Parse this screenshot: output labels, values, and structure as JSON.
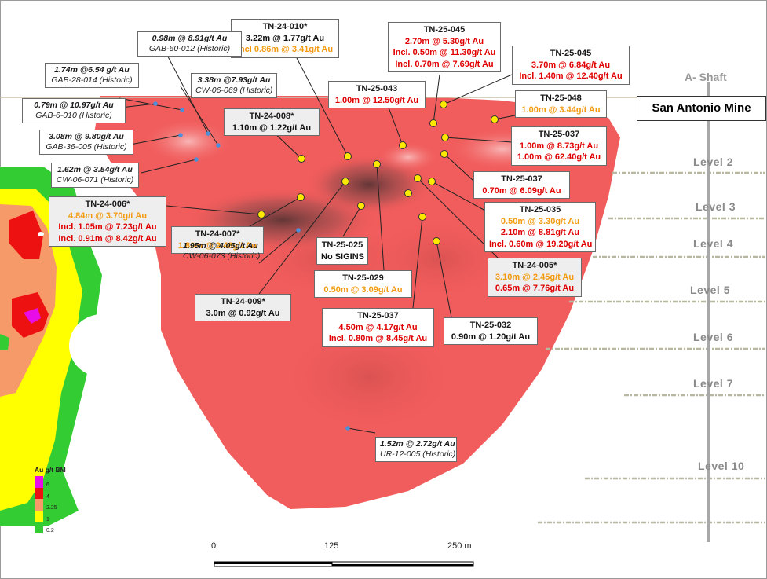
{
  "map": {
    "mine_name": "San Antonio Mine",
    "shaft_name": "A- Shaft",
    "levels": [
      "Level 2",
      "Level 3",
      "Level 4",
      "Level 5",
      "Level 6",
      "Level 7",
      "Level 10"
    ],
    "scale": {
      "ticks": [
        "0",
        "125",
        "250 m"
      ]
    },
    "legend": {
      "title": "Au g/t BM",
      "entries": [
        {
          "value": "6",
          "color": "#e80ce8"
        },
        {
          "value": "4",
          "color": "#ee1111"
        },
        {
          "value": "2.25",
          "color": "#f79a6a"
        },
        {
          "value": "1",
          "color": "#ffff00"
        },
        {
          "value": "0.2",
          "color": "#33cc33"
        }
      ]
    },
    "colors": {
      "grade": "#e00000",
      "lower_grade": "#f39b10",
      "drill_intercept": "#ffe800",
      "historic_intercept": "#4a8fd8",
      "grade_shell": "#f15c5c"
    }
  },
  "labels": {
    "tn24010": {
      "hole": "TN-24-010*",
      "l1": "3.22m @ 1.77g/t Au",
      "l2": "Incl 0.86m @ 3.41g/t Au"
    },
    "tn25045a": {
      "hole": "TN-25-045",
      "l1": "2.70m @ 5.30g/t Au",
      "l2": "Incl. 0.50m @ 11.30g/t Au",
      "l3": "Incl. 0.70m @ 7.69g/t Au"
    },
    "tn25045b": {
      "hole": "TN-25-045",
      "l1": "3.70m @ 6.84g/t Au",
      "l2": "Incl. 1.40m @ 12.40g/t Au"
    },
    "gab60": {
      "l1": "0.98m @ 8.91g/t Au",
      "l2": "GAB-60-012 (Historic)"
    },
    "gab28": {
      "l1": "1.74m @6.54 g/t Au",
      "l2": "GAB-28-014 (Historic)"
    },
    "cw069": {
      "l1": "3.38m @7.93g/t Au",
      "l2": "CW-06-069 (Historic)"
    },
    "tn25043": {
      "hole": "TN-25-043",
      "l1": "1.00m @ 12.50g/t Au"
    },
    "tn25048": {
      "hole": "TN-25-048",
      "l1": "1.00m @ 3.44g/t Au"
    },
    "gab6": {
      "l1": "0.79m @ 10.97g/t Au",
      "l2": "GAB-6-010 (Historic)"
    },
    "tn24008": {
      "hole": "TN-24-008*",
      "l1": "1.10m @ 1.22g/t Au"
    },
    "tn25037a": {
      "hole": "TN-25-037",
      "l1": "1.00m @ 8.73g/t Au",
      "l2": "1.00m @ 62.40g/t Au"
    },
    "gab36": {
      "l1": "3.08m @ 9.80g/t Au",
      "l2": "GAB-36-005 (Historic)"
    },
    "cw071": {
      "l1": "1.62m @ 3.54g/t Au",
      "l2": "CW-06-071 (Historic)"
    },
    "tn25037b": {
      "hole": "TN-25-037",
      "l1": "0.70m @ 6.09g/t Au"
    },
    "tn24006": {
      "hole": "TN-24-006*",
      "l1": "4.84m @ 3.70g/t Au",
      "l2": "Incl. 1.05m @ 7.23g/t Au",
      "l3": "Incl. 0.91m @ 8.42g/t Au"
    },
    "tn25035": {
      "hole": "TN-25-035",
      "l1": "0.50m @ 3.30g/t Au",
      "l2": "2.10m @ 8.81g/t Au",
      "l3": "Incl. 0.60m @ 19.20g/t Au"
    },
    "tn24007": {
      "hole": "TN-24-007*",
      "l1": "1.80m @ 2.48g/t Au"
    },
    "tn25025": {
      "hole": "TN-25-025",
      "l1": "No SIGINS"
    },
    "cw073": {
      "l1": "1.95m @ 4.05g/t Au",
      "l2": "CW-06-073 (Historic)"
    },
    "tn24005": {
      "hole": "TN-24-005*",
      "l1": "3.10m @ 2.45g/t Au",
      "l2": "0.65m @ 7.76g/t Au"
    },
    "tn25029": {
      "hole": "TN-25-029",
      "l1": "0.50m @ 3.09g/t Au"
    },
    "tn24009": {
      "hole": "TN-24-009*",
      "l1": "3.0m @ 0.92g/t Au"
    },
    "tn25037c": {
      "hole": "TN-25-037",
      "l1": "4.50m @ 4.17g/t Au",
      "l2": "Incl. 0.80m @ 8.45g/t Au"
    },
    "tn25032": {
      "hole": "TN-25-032",
      "l1": "0.90m @ 1.20g/t Au"
    },
    "ur12": {
      "l1": "1.52m @ 2.72g/t Au",
      "l2": "UR-12-005 (Historic)"
    }
  }
}
